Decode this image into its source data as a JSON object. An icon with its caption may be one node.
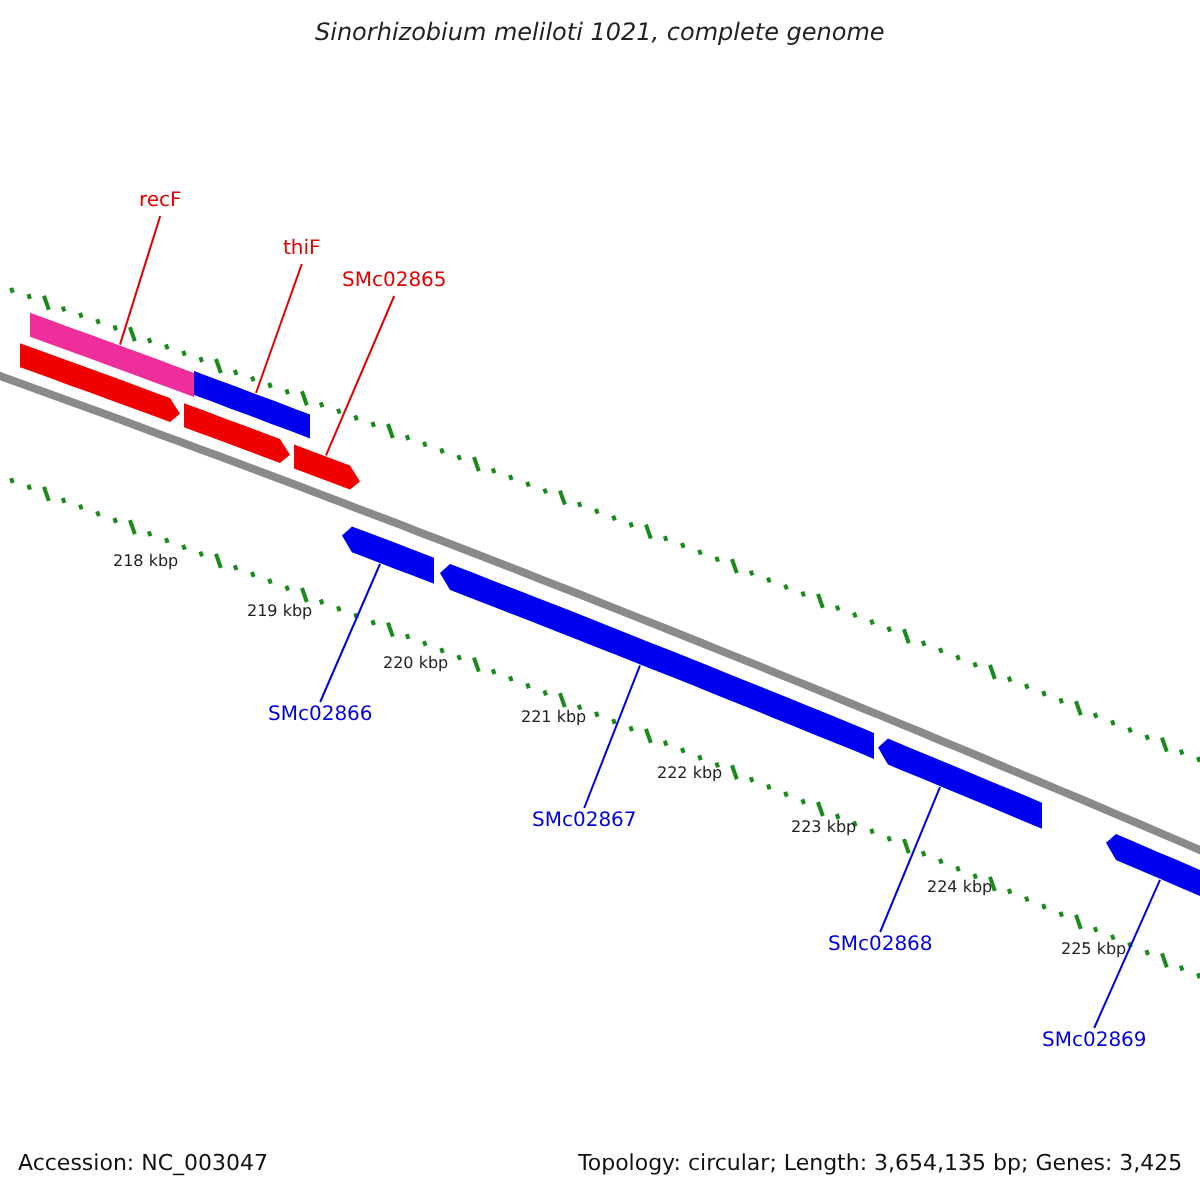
{
  "diagram": {
    "title": "Sinorhizobium meliloti 1021, complete genome",
    "nodes": [
      {
        "text": [
          "recF"
        ]
      },
      {
        "text": [
          "thiF"
        ]
      },
      {
        "text": [
          "SMc02865"
        ]
      },
      {
        "text": [
          "SMc02866"
        ]
      },
      {
        "text": [
          "SMc02867"
        ]
      },
      {
        "text": [
          "SMc02868"
        ]
      },
      {
        "text": [
          "SMc02869"
        ]
      },
      {
        "text": [],
        "shape": "bar"
      },
      {
        "text": [],
        "shape": "bar"
      },
      {
        "text": [],
        "shape": "arrow"
      },
      {
        "text": [],
        "shape": "arrow"
      },
      {
        "text": [],
        "shape": "arrow"
      },
      {
        "text": [],
        "shape": "arrow"
      },
      {
        "text": [],
        "shape": "arrow"
      },
      {
        "text": [],
        "shape": "arrow"
      },
      {
        "text": [],
        "shape": "arrow"
      }
    ],
    "edges": [
      {
        "from": 0,
        "to": 7,
        "arrow": "none",
        "color": "#e00000"
      },
      {
        "from": 1,
        "to": 8,
        "arrow": "none",
        "color": "#e00000"
      },
      {
        "from": 2,
        "to": 9,
        "arrow": "none",
        "color": "#e00000"
      },
      {
        "from": 3,
        "to": 10,
        "arrow": "none"
      },
      {
        "from": 4,
        "to": 11,
        "arrow": "none"
      },
      {
        "from": 5,
        "to": 12,
        "arrow": "none"
      },
      {
        "from": 6,
        "to": 13,
        "arrow": "none"
      }
    ],
    "labels": [
      "218 kbp",
      "219 kbp",
      "220 kbp",
      "221 kbp",
      "222 kbp",
      "223 kbp",
      "224 kbp",
      "225 kbp",
      "Accession: NC_003047",
      "Topology: circular; Length: 3,654,135 bp; Genes: 3,425"
    ]
  }
}
